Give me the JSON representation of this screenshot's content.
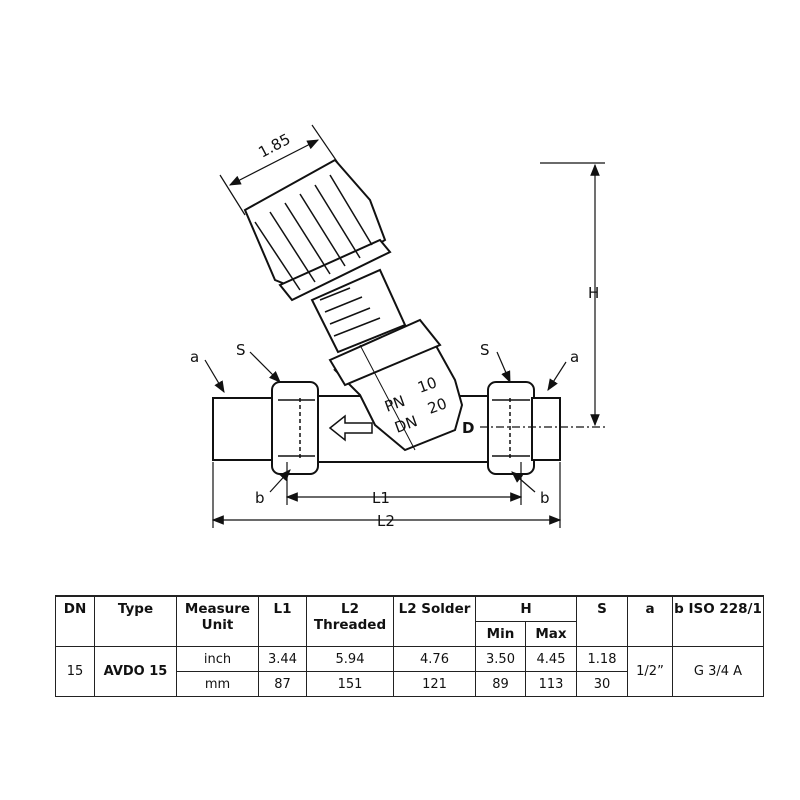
{
  "drawing": {
    "dim_knob": "1.85",
    "dim_height": "H",
    "label_a_left": "a",
    "label_a_right": "a",
    "label_s_left": "S",
    "label_s_right": "S",
    "label_b_left": "b",
    "label_b_right": "b",
    "label_l1": "L1",
    "label_l2": "L2",
    "label_d": "D",
    "body_pn": "PN",
    "body_pn_value": "10",
    "body_dn": "DN",
    "body_dn_value": "20"
  },
  "table": {
    "headers": {
      "dn": "DN",
      "type": "Type",
      "measure_unit": "Measure Unit",
      "l1": "L1",
      "l2_threaded": "L2 Threaded",
      "l2_solder": "L2 Solder",
      "h": "H",
      "h_min": "Min",
      "h_max": "Max",
      "s": "S",
      "a": "a",
      "b": "b ISO 228/1"
    },
    "row": {
      "dn": "15",
      "type": "AVDO 15",
      "a": "1/2”",
      "b": "G 3/4 A",
      "inch": {
        "unit": "inch",
        "l1": "3.44",
        "l2_threaded": "5.94",
        "l2_solder": "4.76",
        "h_min": "3.50",
        "h_max": "4.45",
        "s": "1.18"
      },
      "mm": {
        "unit": "mm",
        "l1": "87",
        "l2_threaded": "151",
        "l2_solder": "121",
        "h_min": "89",
        "h_max": "113",
        "s": "30"
      }
    }
  }
}
